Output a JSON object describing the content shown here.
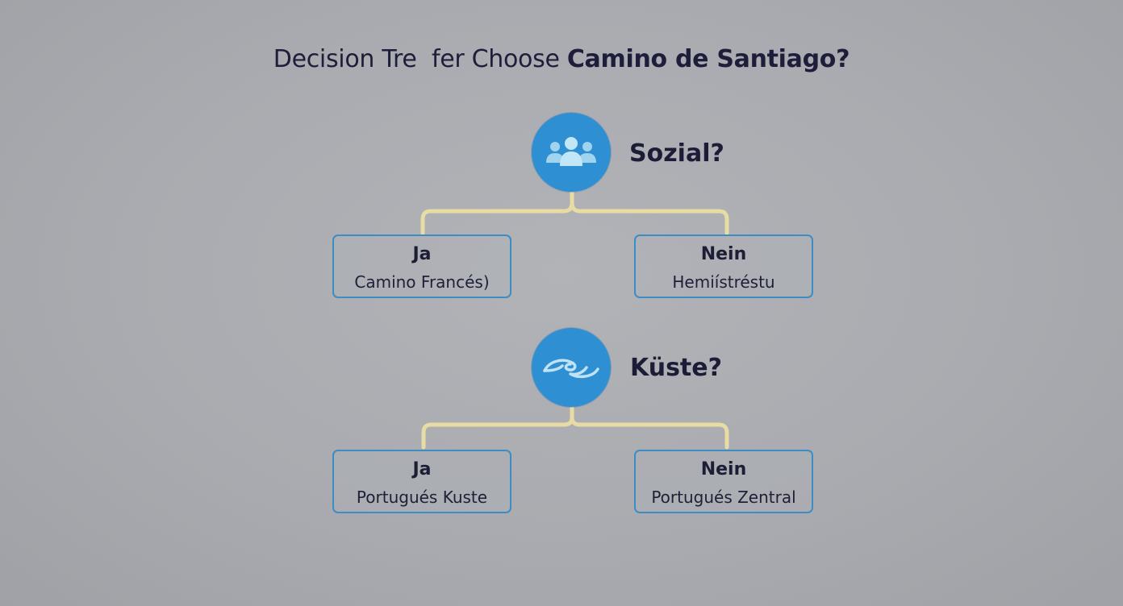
{
  "title": {
    "part1": "Decision Tre  fer Choose ",
    "part2": "Camino de Santiago?"
  },
  "colors": {
    "background": "#a9abb0",
    "node": "#2e8fd3",
    "connector": "#e7dca4",
    "box_border": "#3d8dc4",
    "text": "#1b1b33"
  },
  "nodes": [
    {
      "icon": "people-icon",
      "question": "Sozial?",
      "yes": {
        "label": "Ja",
        "value": "Camino Francés)"
      },
      "no": {
        "label": "Nein",
        "value": "Hemiístréstu"
      }
    },
    {
      "icon": "wave-icon",
      "question": "Küste?",
      "yes": {
        "label": "Ja",
        "value": "Portugués Kuste"
      },
      "no": {
        "label": "Nein",
        "value": "Portugués Zentral"
      }
    }
  ]
}
